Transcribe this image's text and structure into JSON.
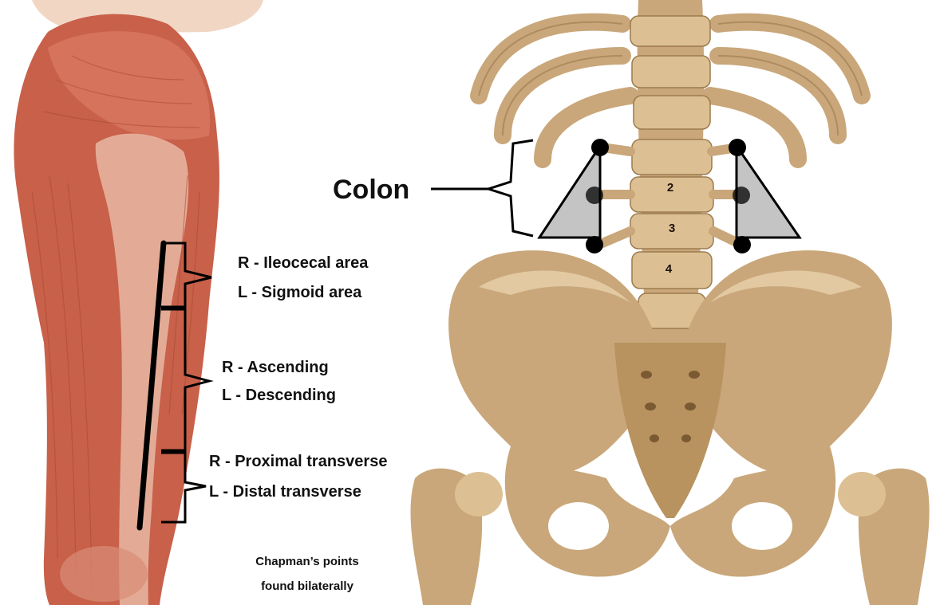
{
  "colors": {
    "muscle": "#c8604a",
    "muscle_light": "#e3a08c",
    "bone": "#c9a77a",
    "bone_dark": "#9c7a4e",
    "bone_light": "#e8d2ad",
    "triangle_fill": "#c4c4c4",
    "line": "#000000"
  },
  "left_figure": {
    "regions": [
      {
        "right": "R - Ileocecal area",
        "left": "L - Sigmoid area"
      },
      {
        "right": "R - Ascending",
        "left": "L - Descending"
      },
      {
        "right": "R - Proximal transverse",
        "left": "L - Distal transverse"
      }
    ],
    "note_line1": "Chapman’s  points",
    "note_line2": "found bilaterally"
  },
  "right_figure": {
    "title": "Colon",
    "vertebra_labels": [
      "2",
      "3",
      "4"
    ]
  }
}
